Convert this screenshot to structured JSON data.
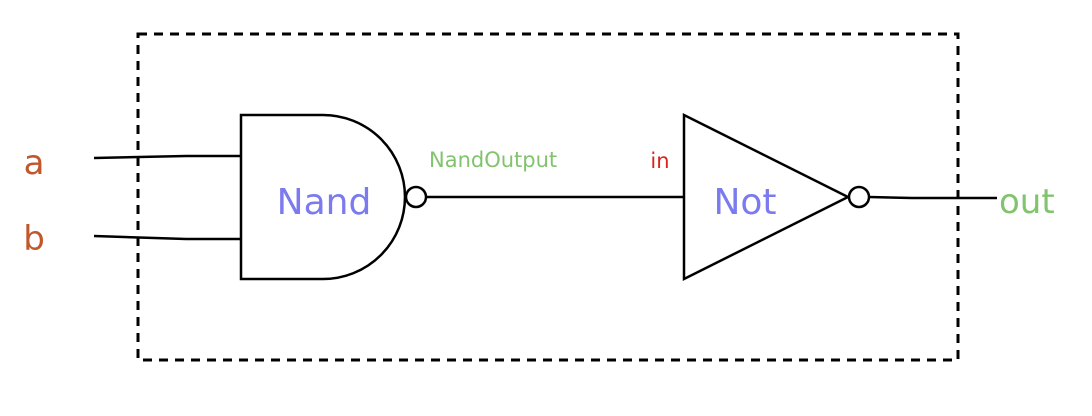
{
  "inputs": [
    {
      "label": "a",
      "color": "#c0582c"
    },
    {
      "label": "b",
      "color": "#c0582c"
    }
  ],
  "output": {
    "label": "out",
    "color": "#82c36e"
  },
  "gates": {
    "nand": {
      "label": "Nand",
      "color": "#7b7bef"
    },
    "not": {
      "label": "Not",
      "color": "#7b7bef"
    }
  },
  "wires": {
    "internal": {
      "label": "NandOutput",
      "color": "#82c36e"
    },
    "not_input": {
      "label": "in",
      "color": "#d9241c"
    }
  },
  "colors": {
    "stroke": "#000000",
    "background": "#ffffff"
  }
}
